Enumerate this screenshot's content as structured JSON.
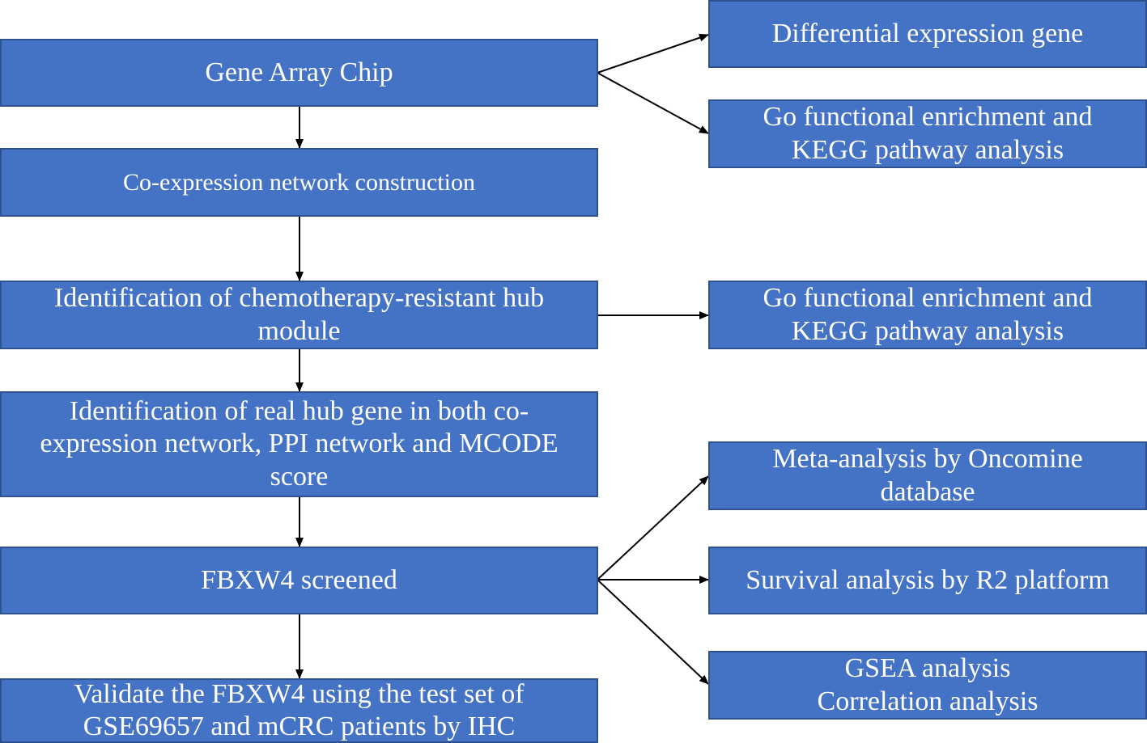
{
  "left_steps": [
    {
      "lines": [
        "Gene Array Chip"
      ]
    },
    {
      "lines": [
        "Co-expression network construction"
      ]
    },
    {
      "lines": [
        "Identification of chemotherapy-resistant hub",
        "module"
      ]
    },
    {
      "lines": [
        "Identification of real hub gene in both co-",
        "expression network, PPI network and MCODE",
        "score"
      ]
    },
    {
      "lines": [
        "FBXW4 screened"
      ]
    },
    {
      "lines": [
        "Validate the FBXW4 using the test set of",
        "GSE69657 and mCRC patients by IHC"
      ]
    }
  ],
  "right_boxes": [
    {
      "lines": [
        "Differential expression gene"
      ]
    },
    {
      "lines": [
        "Go functional enrichment and",
        "KEGG pathway analysis"
      ]
    },
    {
      "lines": [
        "Go functional enrichment and",
        "KEGG pathway analysis"
      ]
    },
    {
      "lines": [
        "Meta-analysis by Oncomine",
        "database"
      ]
    },
    {
      "lines": [
        "Survival analysis by R2 platform"
      ]
    },
    {
      "lines": [
        "GSEA analysis",
        "Correlation analysis"
      ]
    }
  ],
  "colors": {
    "box_fill": "#4472c4",
    "box_border": "#2f528f",
    "text": "#ffffff",
    "arrow": "#000000"
  }
}
